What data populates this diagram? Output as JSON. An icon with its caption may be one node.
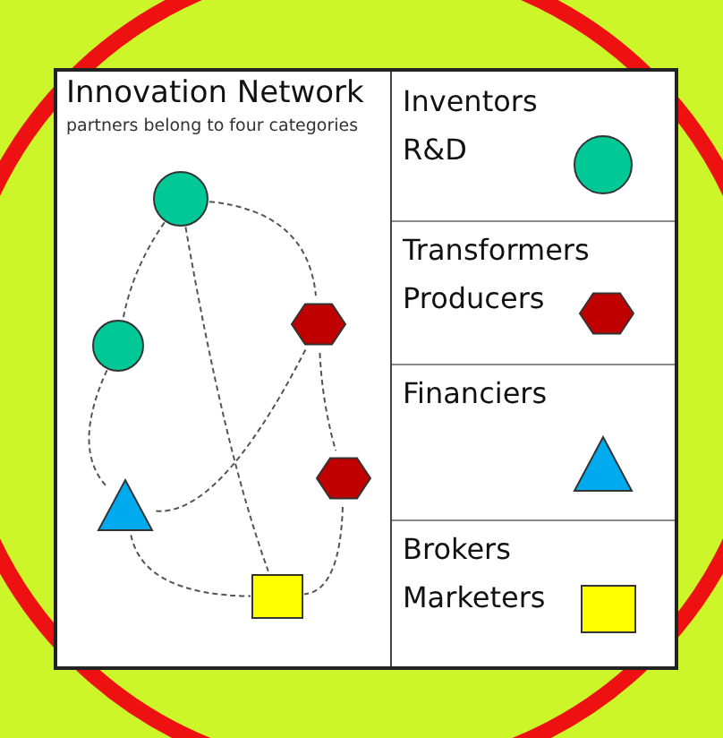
{
  "diagram": {
    "title": "Innovation Network",
    "nodes": [
      {
        "text": [],
        "shape": "circle"
      },
      {
        "text": [],
        "shape": "circle"
      },
      {
        "text": [],
        "shape": "hexagon"
      },
      {
        "text": [],
        "shape": "hexagon"
      },
      {
        "text": [],
        "shape": "triangle"
      },
      {
        "text": [],
        "shape": "box"
      }
    ],
    "edges": [
      {
        "from": 0,
        "to": 1,
        "arrow": "none",
        "style": "dashed"
      },
      {
        "from": 0,
        "to": 2,
        "arrow": "none",
        "style": "dashed"
      },
      {
        "from": 0,
        "to": 5,
        "arrow": "none",
        "style": "dashed"
      },
      {
        "from": 2,
        "to": 4,
        "arrow": "none",
        "style": "dashed"
      },
      {
        "from": 2,
        "to": 3,
        "arrow": "none",
        "style": "dashed"
      },
      {
        "from": 1,
        "to": 4,
        "arrow": "none",
        "style": "dashed"
      },
      {
        "from": 4,
        "to": 5,
        "arrow": "none",
        "style": "dashed"
      },
      {
        "from": 3,
        "to": 5,
        "arrow": "none",
        "style": "dashed"
      }
    ],
    "labels": [
      "partners belong to four categories"
    ],
    "legend": [
      {
        "text": "Inventors R&D"
      },
      {
        "text": "Transformers Producers"
      },
      {
        "text": "Financiers"
      },
      {
        "text": "Brokers Marketers"
      }
    ]
  }
}
